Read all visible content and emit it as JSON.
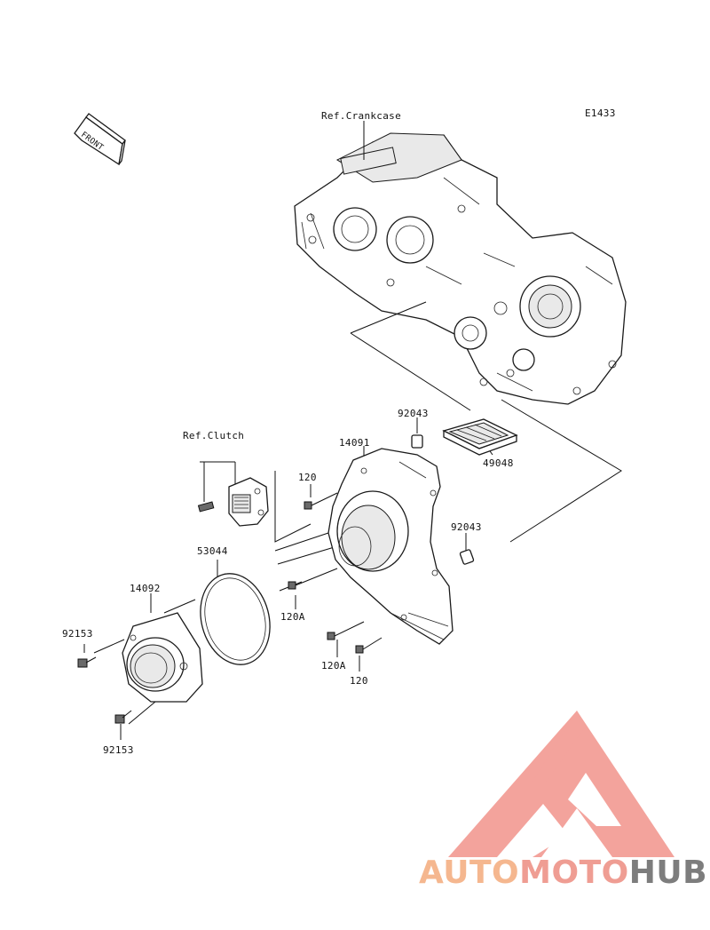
{
  "diagram": {
    "code": "E1433",
    "front_label": "FRONT",
    "ref_crankcase": "Ref.Crankcase",
    "ref_clutch": "Ref.Clutch",
    "parts": {
      "p14091": "14091",
      "p92043_top": "92043",
      "p49048": "49048",
      "p120_top": "120",
      "p92043_right": "92043",
      "p53044": "53044",
      "p14092": "14092",
      "p92153_left": "92153",
      "p92153_bottom": "92153",
      "p120A_left": "120A",
      "p120A_bottom": "120A",
      "p120_bottom": "120"
    }
  },
  "watermark": {
    "part1": "AUTO",
    "part2": "MOTO",
    "part3": "HUB",
    "colors": {
      "auto": "#f5b78f",
      "moto": "#ef9d93",
      "hub": "#7d7d7d",
      "logo": "#f2938b"
    }
  }
}
